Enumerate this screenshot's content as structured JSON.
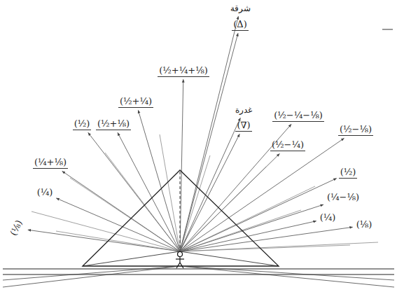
{
  "diagram": {
    "labels": [
      "شرقة",
      "(Δ)",
      "(½+¼+⅛)",
      "(½+¼)",
      "(½)",
      "(½+⅛)",
      "(¼+⅛)",
      "(¼)",
      "(⅛)",
      "غدرة",
      "(∇)",
      "(½−¼−⅛)",
      "(½−⅛)",
      "(½−¼)",
      "(½)",
      "(¼−⅛)",
      "(¼)",
      "(⅛)"
    ]
  }
}
